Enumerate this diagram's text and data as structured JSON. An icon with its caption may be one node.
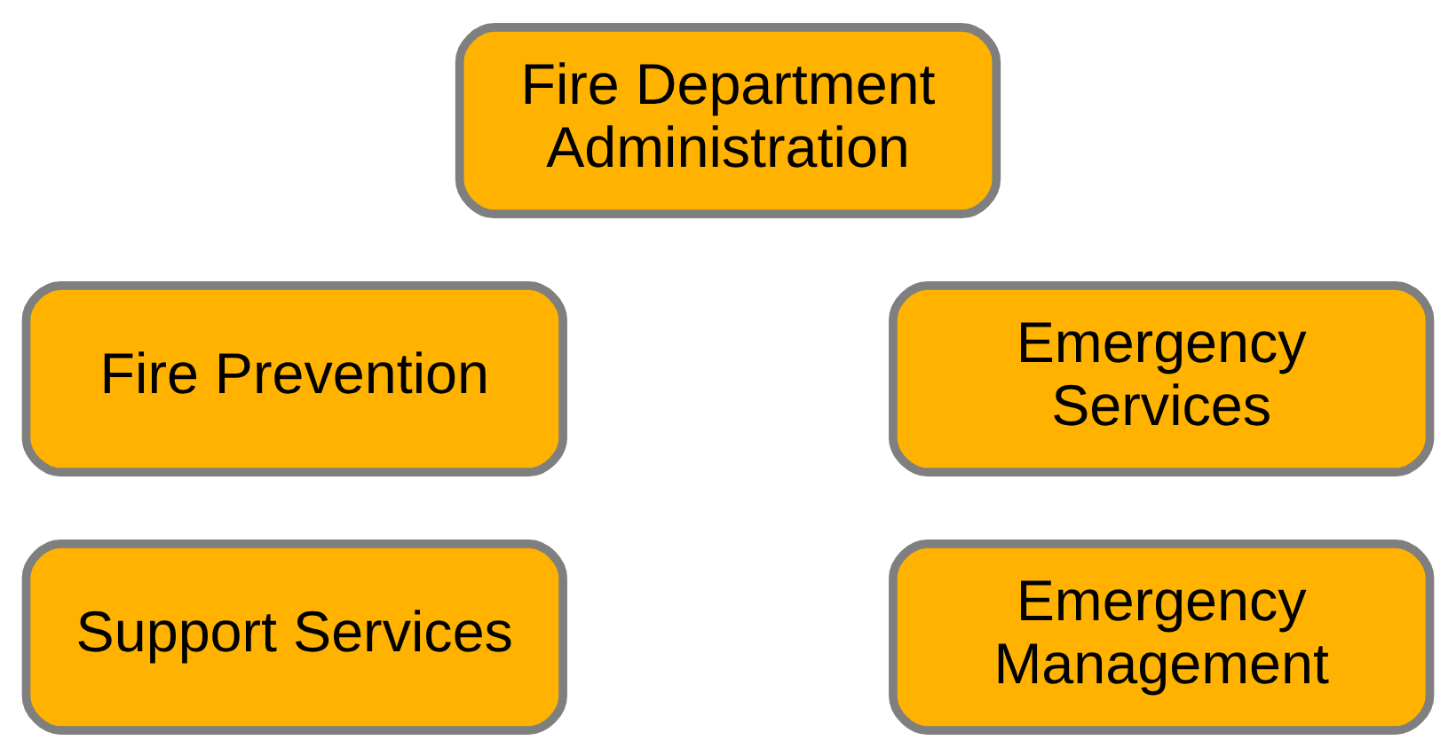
{
  "diagram": {
    "nodes": [
      {
        "text": [
          "Fire Department Administration"
        ]
      },
      {
        "text": [
          "Fire Prevention"
        ]
      },
      {
        "text": [
          "Emergency Services"
        ]
      },
      {
        "text": [
          "Support Services"
        ]
      },
      {
        "text": [
          "Emergency Management"
        ]
      }
    ]
  }
}
